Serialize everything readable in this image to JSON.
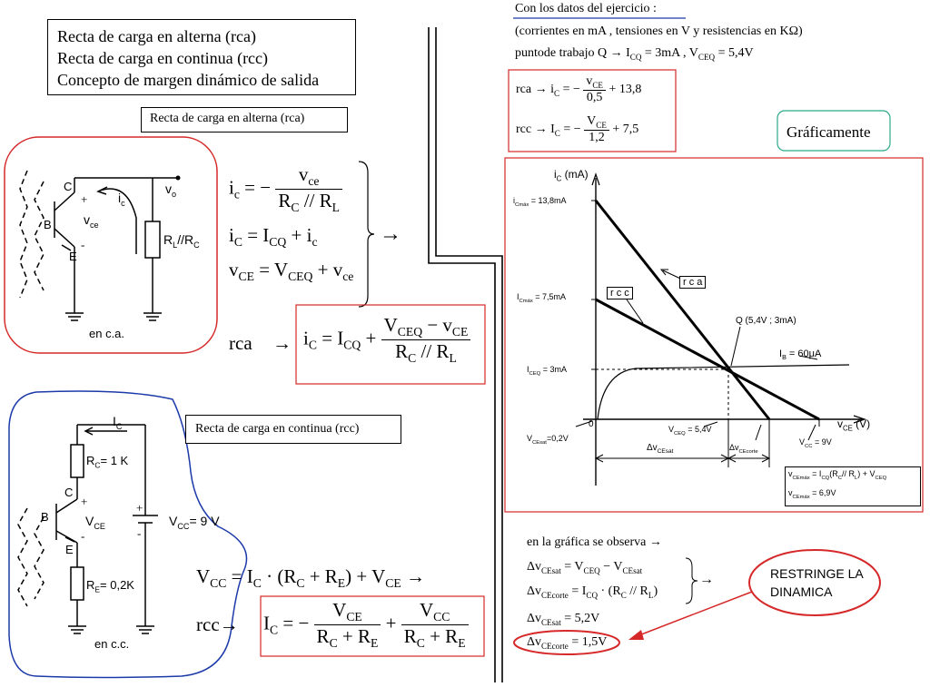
{
  "title_box": {
    "line1": "Recta de carga en alterna (rca)",
    "line2": "Recta de carga en continua (rcc)",
    "line3": "Concepto de margen dinámico de salida"
  },
  "rca_label_box": "Recta de carga en alterna (rca)",
  "rcc_label_box": "Recta de carga en continua (rcc)",
  "ac_circuit": {
    "C": "C",
    "B": "B",
    "E": "E",
    "plus": "+",
    "minus": "-",
    "ic": "i",
    "ic_sub": "c",
    "vo": "v",
    "vo_sub": "o",
    "vce": "v",
    "vce_sub": "ce",
    "load": "R",
    "load_sub1": "L",
    "load_sep": "//",
    "load_r": "R",
    "load_sub2": "C",
    "caption": "en c.a."
  },
  "dc_circuit": {
    "IC": "I",
    "IC_sub": "C",
    "RC": "R",
    "RC_sub": "C",
    "RC_val": "= 1 K",
    "RE": "R",
    "RE_sub": "E",
    "RE_val": "= 0,2K",
    "C": "C",
    "B": "B",
    "E": "E",
    "VCE": "V",
    "VCE_sub": "CE",
    "VCC": "V",
    "VCC_sub": "CC",
    "VCC_val": "= 9 V",
    "plus": "+",
    "minus": "-",
    "caption": "en c.c."
  },
  "ac_equations": {
    "eq1_lhs": "i",
    "eq1_lhs_sub": "c",
    "eq1_eq": "= −",
    "eq1_num": "v",
    "eq1_num_sub": "ce",
    "eq1_den_a": "R",
    "eq1_den_a_sub": "C",
    "eq1_den_sep": " // ",
    "eq1_den_b": "R",
    "eq1_den_b_sub": "L",
    "eq2": "i",
    "eq2_sub": "C",
    "eq2_rest": " = I",
    "eq2_rest_sub": "CQ",
    "eq2_tail": " + i",
    "eq2_tail_sub": "c",
    "eq3": "v",
    "eq3_sub": "CE",
    "eq3_rest": " = V",
    "eq3_rest_sub": "CEQ",
    "eq3_tail": " + v",
    "eq3_tail_sub": "ce",
    "arrow": "→",
    "rca_word": "rca",
    "rca_arrow": "→",
    "rca_lhs": "i",
    "rca_lhs_sub": "C",
    "rca_eq": " = I",
    "rca_eq_sub": "CQ",
    "rca_plus": " +",
    "rca_num": "V",
    "rca_num_sub": "CEQ",
    "rca_num_mid": " − v",
    "rca_num_sub2": "CE",
    "rca_den": "R",
    "rca_den_sub": "C",
    "rca_den_sep": " // R",
    "rca_den_sub2": "L"
  },
  "dc_equations": {
    "vcc": "V",
    "vcc_sub": "CC",
    "eq": " = I",
    "eq_sub": "C",
    "dot": " · (R",
    "dot_sub": "C",
    "plus": " + R",
    "plus_sub": "E",
    "close": ") + V",
    "close_sub": "CE",
    "arrow": " →",
    "rcc_word": "rcc",
    "rcc_arrow": "→",
    "rcc_lhs": "I",
    "rcc_lhs_sub": "C",
    "rcc_eq": " = −",
    "rcc_num1": "V",
    "rcc_num1_sub": "CE",
    "rcc_den1": "R",
    "rcc_den1_sub": "C",
    "rcc_den1_mid": " + R",
    "rcc_den1_sub2": "E",
    "rcc_plus": "+",
    "rcc_num2": "V",
    "rcc_num2_sub": "CC",
    "rcc_den2": "R",
    "rcc_den2_sub": "C",
    "rcc_den2_mid": " + R",
    "rcc_den2_sub2": "E"
  },
  "exercise": {
    "heading": "Con los datos del ejercicio :",
    "units": "(corrientes en mA , tensiones en V y resistencias en KΩ)",
    "qpoint_a": "puntode trabajo Q → I",
    "qpoint_a_sub": "CQ",
    "qpoint_b": " = 3mA , V",
    "qpoint_b_sub": "CEQ",
    "qpoint_c": " = 5,4V",
    "rca_line_lbl": "rca  →  i",
    "rca_line_sub": "C",
    "rca_line_eq": " = −",
    "rca_line_num": "v",
    "rca_line_num_sub": "CE",
    "rca_line_den": "0,5",
    "rca_line_tail": " + 13,8",
    "rcc_line_lbl": "rcc  →  I",
    "rcc_line_sub": "C",
    "rcc_line_eq": " = −",
    "rcc_line_num": "V",
    "rcc_line_num_sub": "CE",
    "rcc_line_den": "1,2",
    "rcc_line_tail": " + 7,5"
  },
  "graficamente": "Gráficamente",
  "graph": {
    "yaxis": "i",
    "yaxis_sub": "C",
    "yaxis_unit": " (mA)",
    "xaxis": "v",
    "xaxis_sub": "CE",
    "xaxis_unit": " (V)",
    "origin": "0",
    "icmax_a": "i",
    "icmax_a_sub": "Cmáx",
    "icmax_a_val": " = 13,8mA",
    "icmax_b": "I",
    "icmax_b_sub": "Cmáx",
    "icmax_b_val": " = 7,5mA",
    "icq": "I",
    "icq_sub": "CEQ",
    "icq_val": " = 3mA",
    "rca_tag": "r c a",
    "rcc_tag": "r c c",
    "q_label": "Q (5,4V ; 3mA)",
    "ib_label": "I",
    "ib_sub": "B",
    "ib_val": " = 60μA",
    "vcesat": "V",
    "vcesat_sub": "CEsat",
    "vcesat_val": "=0,2V",
    "vceq": "V",
    "vceq_sub": "CEQ",
    "vceq_val": " = 5,4V",
    "vcc": "V",
    "vcc_sub": "CC",
    "vcc_val": " = 9V",
    "dvsat": "Δv",
    "dvsat_sub": "CEsat",
    "dvcorte": "Δv",
    "dvcorte_sub": "CEcorte",
    "vcemax1": "v",
    "vcemax1_sub": "CEmáx",
    "vcemax1_eq": " = I",
    "vcemax1_eq_sub": "CQ",
    "vcemax1_par": "(R",
    "vcemax1_par_sub": "C",
    "vcemax1_sep": "// R",
    "vcemax1_sep_sub": "L",
    "vcemax1_tail": ") + V",
    "vcemax1_tail_sub": "CEQ",
    "vcemax2": "v",
    "vcemax2_sub": "CEmáx",
    "vcemax2_val": " = 6,9V"
  },
  "observation": {
    "heading": "en la gráfica se observa →",
    "l1": "Δv",
    "l1_sub": "CEsat",
    "l1_eq": " = V",
    "l1_eq_sub": "CEQ",
    "l1_tail": " − V",
    "l1_tail_sub": "CEsat",
    "l2": "Δv",
    "l2_sub": "CEcorte",
    "l2_eq": " = I",
    "l2_eq_sub": "CQ",
    "l2_tail": " · (R",
    "l2_tail_sub": "C",
    "l2_sep": " // R",
    "l2_sep_sub": "L",
    "l2_close": ")",
    "arrow": "→",
    "l3": "Δv",
    "l3_sub": "CEsat",
    "l3_val": " = 5,2V",
    "l4": "Δv",
    "l4_sub": "CEcorte",
    "l4_val": " = 1,5V",
    "restringe_1": "RESTRINGE LA",
    "restringe_2": "DINAMICA"
  }
}
